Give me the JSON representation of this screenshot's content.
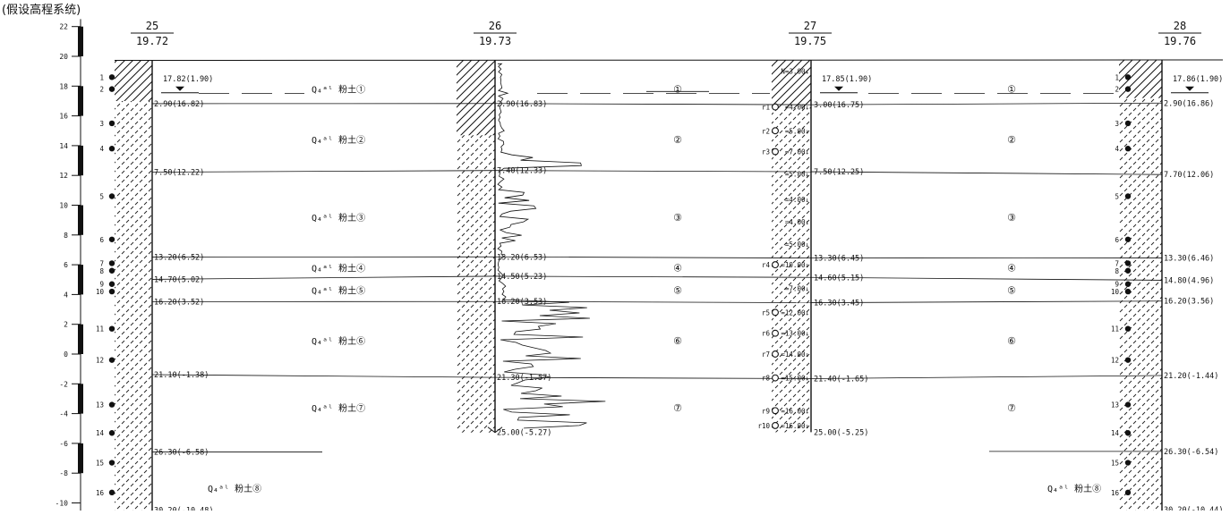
{
  "caption": "(假设高程系统)",
  "axis": {
    "ticks": [
      "22",
      "20",
      "18",
      "16",
      "14",
      "12",
      "10",
      "8",
      "6",
      "4",
      "2",
      "0",
      "-2",
      "-4",
      "-6",
      "-8",
      "-10"
    ]
  },
  "boreholes": [
    {
      "id": "bh-25",
      "number": "25",
      "surface": "19.72",
      "water_label": "17.82(1.90)",
      "samples": [
        "1",
        "2",
        "3",
        "4",
        "5",
        "6",
        "7",
        "8",
        "9",
        "10",
        "11",
        "12",
        "13",
        "14",
        "15",
        "16"
      ],
      "layer_labels": [
        "2.90(16.82)",
        "7.50(12.22)",
        "13.20(6.52)",
        "14.70(5.02)",
        "16.20(3.52)",
        "21.10(-1.38)",
        "26.30(-6.58)",
        "30.20(-10.48)"
      ]
    },
    {
      "id": "bh-26",
      "number": "26",
      "surface": "19.73",
      "layer_labels": [
        "2.90(16.83)",
        "7.40(12.33)",
        "13.20(6.53)",
        "14.50(5.23)",
        "16.20(3.53)",
        "21.30(-1.57)"
      ],
      "bottom_label": "25.00(-5.27)"
    },
    {
      "id": "bh-27",
      "number": "27",
      "surface": "19.75",
      "water_label": "17.85(1.90)",
      "spt": [
        "N=3.00↓",
        "=4.00↓",
        "=5.00↓",
        "=7.00↓",
        "=5.00↓",
        "=4.00↓",
        "=4.00↓",
        "=5.00↓",
        "=10.00↓",
        "=7.00↓",
        "=12.00↓",
        "=13.00↓",
        "=14.00↓",
        "=15.00↓",
        "=16.00↓",
        "=16.00↓"
      ],
      "rings": [
        "r1",
        "r2",
        "r3",
        "r4",
        "r5",
        "r6",
        "r7",
        "r8",
        "r9",
        "r10"
      ],
      "layer_labels": [
        "3.00(16.75)",
        "7.50(12.25)",
        "13.30(6.45)",
        "14.60(5.15)",
        "16.30(3.45)",
        "21.40(-1.65)",
        "25.00(-5.25)"
      ]
    },
    {
      "id": "bh-28",
      "number": "28",
      "surface": "19.76",
      "water_label": "17.86(1.90)",
      "samples": [
        "1",
        "2",
        "3",
        "4",
        "5",
        "6",
        "7",
        "8",
        "9",
        "10",
        "11",
        "12",
        "13",
        "14",
        "15",
        "16"
      ],
      "layer_labels": [
        "2.90(16.86)",
        "7.70(12.06)",
        "13.30(6.46)",
        "14.80(4.96)",
        "16.20(3.56)",
        "21.20(-1.44)",
        "26.30(-6.54)",
        "30.20(-10.44)"
      ]
    }
  ],
  "strata": [
    {
      "mark": "①",
      "desc": "Q₄ᵃˡ 粉土①"
    },
    {
      "mark": "②",
      "desc": "Q₄ᵃˡ 粉土②"
    },
    {
      "mark": "③",
      "desc": "Q₄ᵃˡ 粉土③"
    },
    {
      "mark": "④",
      "desc": "Q₄ᵃˡ 粉土④"
    },
    {
      "mark": "⑤",
      "desc": "Q₄ᵃˡ 粉土⑤"
    },
    {
      "mark": "⑥",
      "desc": "Q₄ᵃˡ 粉土⑥"
    },
    {
      "mark": "⑦",
      "desc": "Q₄ᵃˡ 粉土⑦"
    },
    {
      "mark": "⑧",
      "desc": "Q₄ᵃˡ 粉土⑧"
    }
  ]
}
